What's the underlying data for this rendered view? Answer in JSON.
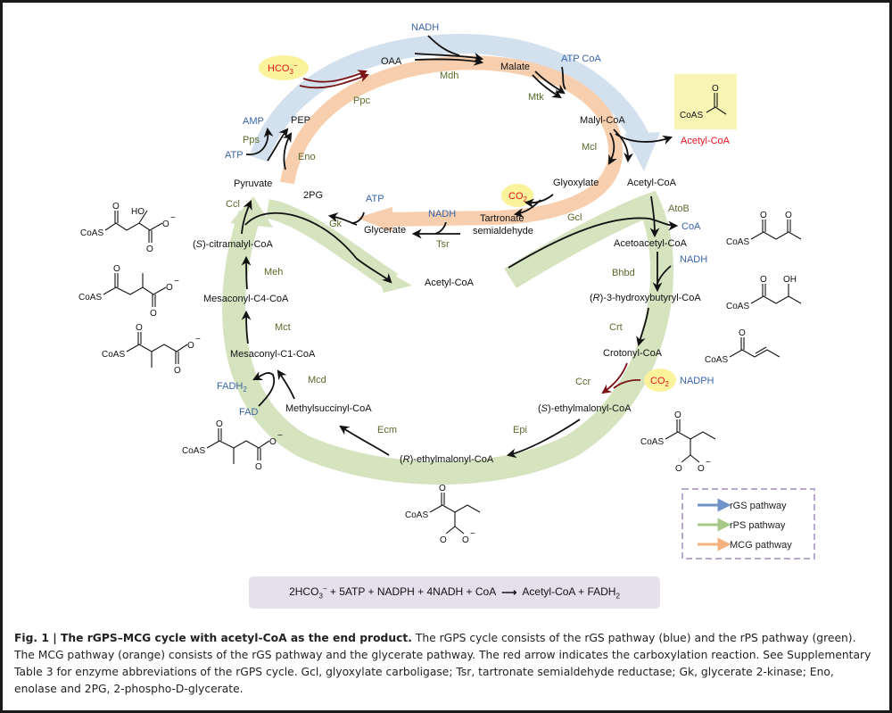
{
  "figure": {
    "metabolites": {
      "oaa": "OAA",
      "malate": "Malate",
      "malyl_coa": "Malyl-CoA",
      "glyoxylate": "Glyoxylate",
      "acetyl_coa_top": "Acetyl-CoA",
      "pep": "PEP",
      "pyruvate": "Pyruvate",
      "two_pg": "2PG",
      "glycerate": "Glycerate",
      "tartronate": "Tartronate",
      "semialdehyde": "semialdehyde",
      "acetyl_coa_center": "Acetyl-CoA",
      "acetoacetyl_coa": "Acetoacetyl-CoA",
      "hydroxybutyryl_prefix": "(",
      "hydroxybutyryl_italic": "R",
      "hydroxybutyryl_rest": ")-3-hydroxybutyryl-CoA",
      "crotonyl_coa": "Crotonyl-CoA",
      "s_ethylmalonyl_italic": "S",
      "s_ethylmalonyl_rest": ")-ethylmalonyl-CoA",
      "r_ethylmalonyl_italic": "R",
      "r_ethylmalonyl_rest": ")-ethylmalonyl-CoA",
      "methylsuccinyl_coa": "Methylsuccinyl-CoA",
      "mesaconyl_c1_coa": "Mesaconyl-C1-CoA",
      "mesaconyl_c4_coa": "Mesaconyl-C4-CoA",
      "citramalyl_italic": "S",
      "citramalyl_rest": ")-citramalyl-CoA",
      "open_paren": "("
    },
    "enzymes": {
      "mdh": "Mdh",
      "mtk": "Mtk",
      "mcl": "Mcl",
      "ppc": "Ppc",
      "pps": "Pps",
      "eno": "Eno",
      "gk": "Gk",
      "tsr": "Tsr",
      "gcl": "Gcl",
      "atob": "AtoB",
      "bhbd": "Bhbd",
      "crt": "Crt",
      "ccr": "Ccr",
      "epi": "Epi",
      "ecm": "Ecm",
      "mcd": "Mcd",
      "mct": "Mct",
      "meh": "Meh",
      "ccl": "Ccl"
    },
    "cofactors": {
      "nadh_top": "NADH",
      "atp_coa": "ATP CoA",
      "amp": "AMP",
      "atp_pps": "ATP",
      "atp_gk": "ATP",
      "nadh_tsr": "NADH",
      "coa_atob": "CoA",
      "nadh_bhbd": "NADH",
      "nadph": "NADPH",
      "fadh2": "FADH",
      "fadh2_sub": "2",
      "fad": "FAD"
    },
    "highlighted": {
      "hco3": "HCO",
      "hco3_sub": "3",
      "hco3_sup": "−",
      "co2_gcl": "CO",
      "co2_gcl_sub": "2",
      "co2_ccr": "CO",
      "co2_ccr_sub": "2",
      "product_label": "Acetyl-CoA"
    },
    "structures": {
      "coas": "CoAS",
      "oxygen": "O",
      "oxide": "O",
      "charge": "−",
      "ho": "HO",
      "oh": "OH"
    },
    "colors": {
      "rgs_blue": "#d3e1ef",
      "rps_green": "#d5e3bf",
      "mcg_orange": "#f8cfae",
      "carboxylation_red": "#7a1416",
      "highlight_yellow": "#fbf29c",
      "product_box": "#f8f4b4"
    }
  },
  "legend": {
    "items": [
      {
        "label": "rGS pathway",
        "color": "#6f93c9"
      },
      {
        "label": "rPS pathway",
        "color": "#a6c98a"
      },
      {
        "label": "MCG pathway",
        "color": "#f6b17e"
      }
    ]
  },
  "equation": {
    "part1": "2HCO",
    "sub1": "3",
    "sup1": "−",
    "part2": " + 5ATP + NADPH + 4NADH + CoA ",
    "arrow": "⟶",
    "part3": " Acetyl-CoA + FADH",
    "sub2": "2"
  },
  "caption": {
    "bold": "Fig. 1 | The rGPS–MCG cycle with acetyl-CoA as the end product.",
    "text": " The rGPS cycle consists of the rGS pathway (blue) and the rPS pathway (green). The MCG pathway (orange) consists of the rGS pathway and the glycerate pathway. The red arrow indicates the carboxylation reaction. See Supplementary Table 3 for enzyme abbreviations of the rGPS cycle. Gcl, glyoxylate carboligase; Tsr, tartronate semialdehyde reductase; Gk, glycerate 2-kinase; Eno, enolase and 2PG, 2-phospho-D-glycerate."
  }
}
